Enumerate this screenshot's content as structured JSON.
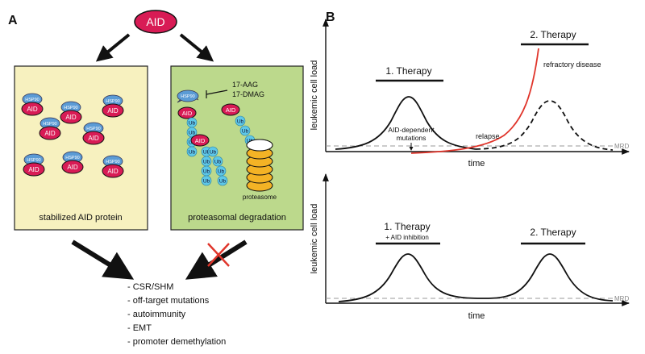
{
  "panel_a": {
    "label": "A",
    "aid_label": "AID",
    "left_box": {
      "caption": "stabilized AID protein",
      "hsp_label": "HSP90",
      "aid_label": "AID"
    },
    "right_box": {
      "caption": "proteasomal degradation",
      "hsp_label": "HSP90",
      "inhibitor_1": "17-AAG",
      "inhibitor_2": "17-DMAG",
      "aid_label": "AID",
      "ub_label": "Ub",
      "proteasome_label": "proteasome"
    },
    "outcomes": [
      "- CSR/SHM",
      "- off-target mutations",
      "- autoimmunity",
      "- EMT",
      "- promoter demethylation"
    ]
  },
  "panel_b": {
    "label": "B",
    "top": {
      "ylabel": "leukemic cell load",
      "xlabel": "time",
      "therapy1": "1. Therapy",
      "therapy2": "2. Therapy",
      "aid_dep_1": "AID-dependent",
      "aid_dep_2": "mutations",
      "relapse": "relapse",
      "refractory": "refractory disease",
      "mrd": "MRD"
    },
    "bottom": {
      "ylabel": "leukemic cell load",
      "xlabel": "time",
      "therapy1": "1. Therapy",
      "therapy1_sub": "+ AID inhibition",
      "therapy2": "2. Therapy",
      "mrd": "MRD"
    }
  },
  "colors": {
    "aid": "#d81b55",
    "hsp": "#5b9bd5",
    "ub": "#5ec8e8",
    "proteasome": "#f4b325",
    "left_box_bg": "#f7f1bf",
    "right_box_bg": "#bcd98c",
    "red_curve": "#e0352b",
    "cross": "#e0352b"
  }
}
